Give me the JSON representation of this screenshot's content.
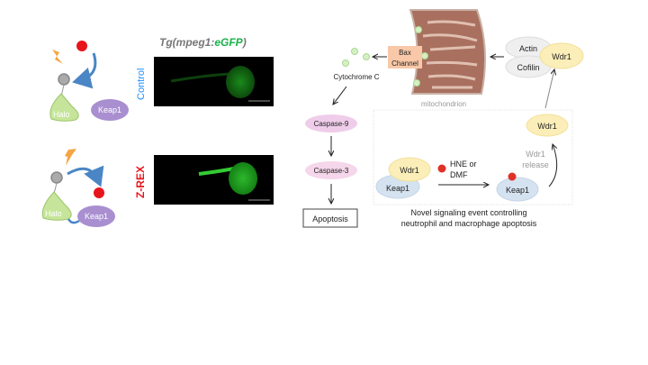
{
  "left_panel": {
    "title_prefix": "Tg(mpeg1:",
    "title_gfp": "eGFP",
    "title_suffix": ")",
    "rows": [
      {
        "label": "Control",
        "label_color": "#1e90ff",
        "halo": "Halo",
        "keap1": "Keap1"
      },
      {
        "label": "Z-REX",
        "label_color": "#e8141b",
        "halo": "Halo",
        "keap1": "Keap1"
      }
    ]
  },
  "right_panel": {
    "bax_line1": "Bax",
    "bax_line2": "Channel",
    "cytochrome": "Cytochrome C",
    "mitochondrion": "mitochondrion",
    "actin": "Actin",
    "cofilin": "Cofilin",
    "wdr1_top": "Wdr1",
    "wdr1_released": "Wdr1",
    "wdr1_release_line1": "Wdr1",
    "wdr1_release_line2": "release",
    "wdr1_bound": "Wdr1",
    "keap1_left": "Keap1",
    "keap1_right": "Keap1",
    "hne_line1": "HNE or",
    "hne_line2": "DMF",
    "caspase9": "Caspase-9",
    "caspase3": "Caspase-3",
    "apoptosis": "Apoptosis",
    "caption_line1": "Novel signaling event controlling",
    "caption_line2": "neutrophil and macrophage apoptosis"
  },
  "colors": {
    "electrophile": "#e8141b",
    "gfp": "#18b14a",
    "wdr1": "#fbeeb8",
    "keap1": "#d5e3f1",
    "caspase": "#efcdea"
  }
}
